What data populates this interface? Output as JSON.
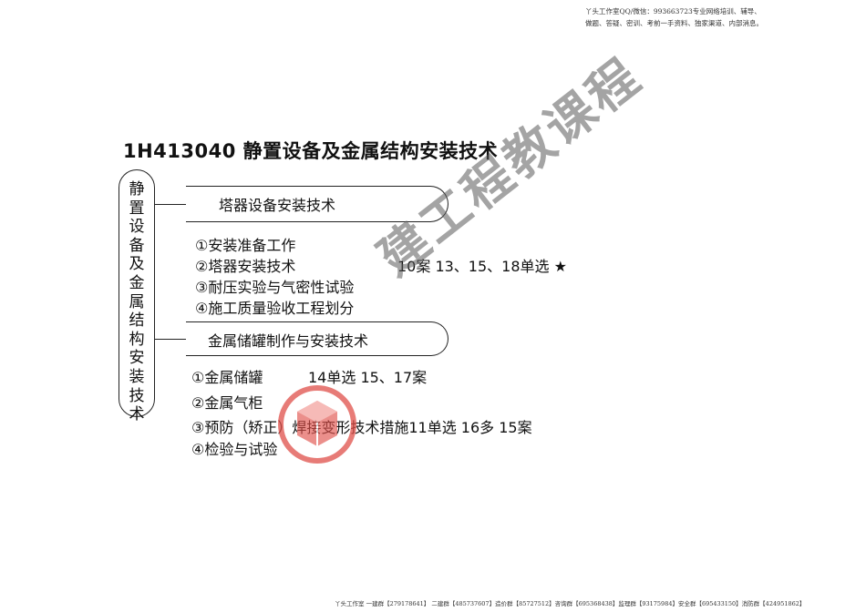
{
  "header_note": {
    "line1": "丫头工作室QQ/微信：993663723专业网络培训、辅导、",
    "line2": "做题、答疑、密训、考前一手资料、独家渠道、内部消息。"
  },
  "title": "1H413040  静置设备及金属结构安装技术",
  "vertical_label": "静置设备及金属结构安装技术",
  "sections": [
    {
      "label": "塔器设备安装技术",
      "items": [
        "①安装准备工作",
        "②塔器安装技术",
        "③耐压实验与气密性试验",
        "④施工质量验收工程划分"
      ],
      "note": "10案 13、15、18单选 ★"
    },
    {
      "label": "金属储罐制作与安装技术",
      "items": [
        "①金属储罐",
        "②金属气柜",
        "③预防（矫正）焊接变形技术措施11单选  16多 15案",
        "④检验与试验"
      ],
      "note": "14单选  15、17案"
    }
  ],
  "watermark": {
    "text": "建工程教课程",
    "color": "#e0504a"
  },
  "footer_note": "丫头工作室 一建群【279178641】 二建群【485737607】造价群【85727512】咨询群【695368438】监理群【93175984】安全群【695433150】消防群【424951862】"
}
